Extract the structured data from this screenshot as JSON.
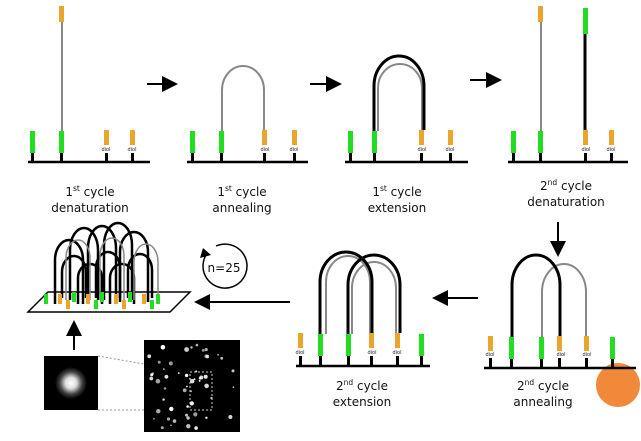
{
  "steps": [
    {
      "num": "1",
      "sup": "st",
      "word": "cycle",
      "action": "denaturation"
    },
    {
      "num": "1",
      "sup": "st",
      "word": "cycle",
      "action": "annealing"
    },
    {
      "num": "1",
      "sup": "st",
      "word": "cycle",
      "action": "extension"
    },
    {
      "num": "2",
      "sup": "nd",
      "word": "cycle",
      "action": "denaturation"
    },
    {
      "num": "2",
      "sup": "nd",
      "word": "cycle",
      "action": "annealing"
    },
    {
      "num": "2",
      "sup": "nd",
      "word": "cycle",
      "action": "extension"
    }
  ],
  "diol_label": "diol",
  "cycle_count": "n=25",
  "colors": {
    "primer_green": "#22dd22",
    "primer_orange": "#e9a52c",
    "strand_black": "#000000",
    "strand_grey": "#888888",
    "bead_orange": "#f08a3a",
    "surface": "#000000"
  }
}
